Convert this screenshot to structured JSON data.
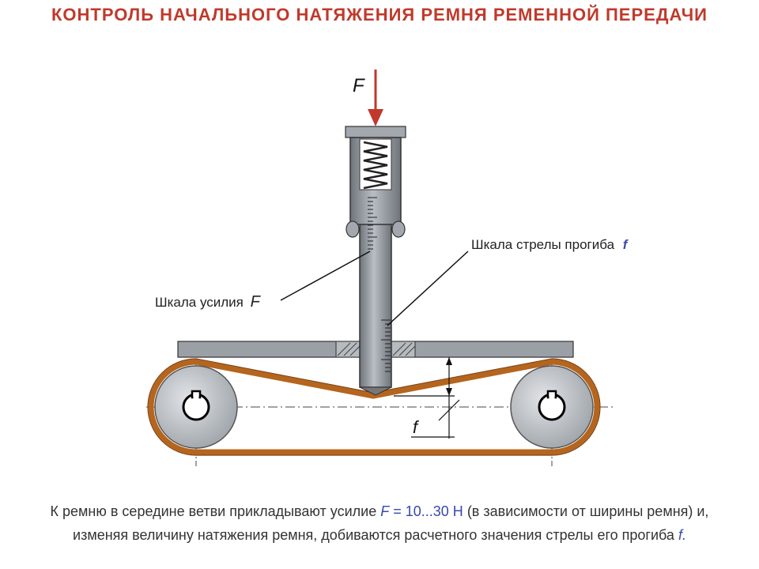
{
  "title": "КОНТРОЛЬ НАЧАЛЬНОГО НАТЯЖЕНИЯ РЕМНЯ РЕМЕННОЙ ПЕРЕДАЧИ",
  "labels": {
    "force_arrow": "F",
    "force_scale_text": "Шкала усилия",
    "force_scale_symbol": "F",
    "deflection_scale_text": "Шкала стрелы прогиба",
    "deflection_scale_symbol": "f",
    "deflection_dimension": "f"
  },
  "caption": {
    "line1_a": "К ремню в середине ветви прикладывают усилие",
    "line1_symbol": "F",
    "line1_value": "= 10...30 Н",
    "line1_b": "(в зависимости от ширины ремня) и,",
    "line2_a": "изменяя величину натяжения ремня, добиваются расчетного значения стрелы его прогиба",
    "line2_symbol": "f."
  },
  "colors": {
    "title": "#c0392b",
    "arrow": "#c0392b",
    "belt": "#b5651d",
    "metal": "#8a8f96",
    "highlight": "#3949ab"
  }
}
